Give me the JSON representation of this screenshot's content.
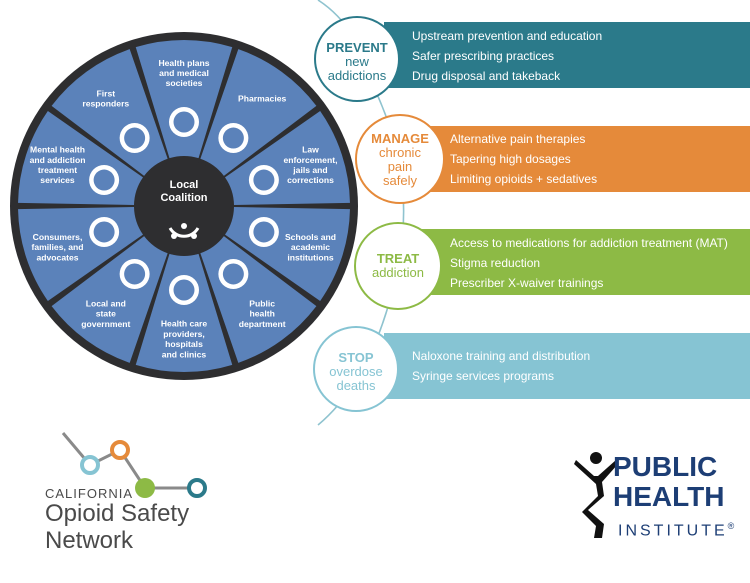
{
  "wheel": {
    "center_title": [
      "Local",
      "Coalition"
    ],
    "segments": [
      {
        "lines": [
          "Health plans",
          "and medical",
          "societies"
        ],
        "icon": "shield-plus-icon"
      },
      {
        "lines": [
          "Pharmacies"
        ],
        "icon": "mortar-pestle-icon"
      },
      {
        "lines": [
          "Law",
          "enforcement,",
          "jails and",
          "corrections"
        ],
        "icon": "sheriff-star-icon"
      },
      {
        "lines": [
          "Schools and",
          "academic",
          "institutions"
        ],
        "icon": "schoolhouse-icon"
      },
      {
        "lines": [
          "Public",
          "health",
          "department"
        ],
        "icon": "health-hands-icon"
      },
      {
        "lines": [
          "Health care",
          "providers,",
          "hospitals",
          "and clinics"
        ],
        "icon": "doctor-icon"
      },
      {
        "lines": [
          "Local and",
          "state",
          "government"
        ],
        "icon": "capitol-building-icon"
      },
      {
        "lines": [
          "Consumers,",
          "families, and",
          "advocates"
        ],
        "icon": "family-icon"
      },
      {
        "lines": [
          "Mental health",
          "and addiction",
          "treatment",
          "services"
        ],
        "icon": "head-gears-icon"
      },
      {
        "lines": [
          "First",
          "responders"
        ],
        "icon": "ambulance-stretcher-icon"
      }
    ],
    "colors": {
      "segment": "#5b82ba",
      "ring": "#2e2e30",
      "icon_bg": "#ffffff",
      "icon_fg": "#5b82ba"
    }
  },
  "stages": [
    {
      "heading": "PREVENT",
      "sub": [
        "new",
        "addictions"
      ],
      "color": "#2b7a8a",
      "items": [
        "Upstream prevention and education",
        "Safer prescribing practices",
        "Drug disposal and takeback"
      ]
    },
    {
      "heading": "MANAGE",
      "sub": [
        "chronic",
        "pain",
        "safely"
      ],
      "color": "#e58a3a",
      "items": [
        "Alternative pain therapies",
        "Tapering high dosages",
        "Limiting opioids + sedatives"
      ]
    },
    {
      "heading": "TREAT",
      "sub": [
        "addiction"
      ],
      "color": "#8dba45",
      "items": [
        "Access to medications for addiction treatment (MAT)",
        "Stigma reduction",
        "Prescriber X-waiver trainings"
      ]
    },
    {
      "heading": "STOP",
      "sub": [
        "overdose",
        "deaths"
      ],
      "color": "#86c4d3",
      "items": [
        "Naloxone training and distribution",
        "Syringe services programs"
      ]
    }
  ],
  "logos": {
    "cosn": {
      "line1": "CALIFORNIA",
      "line2": "Opioid Safety",
      "line3": "Network"
    },
    "phi": {
      "line1": "PUBLIC",
      "line2": "HEALTH",
      "line3": "INSTITUTE",
      "mark": "®"
    }
  }
}
